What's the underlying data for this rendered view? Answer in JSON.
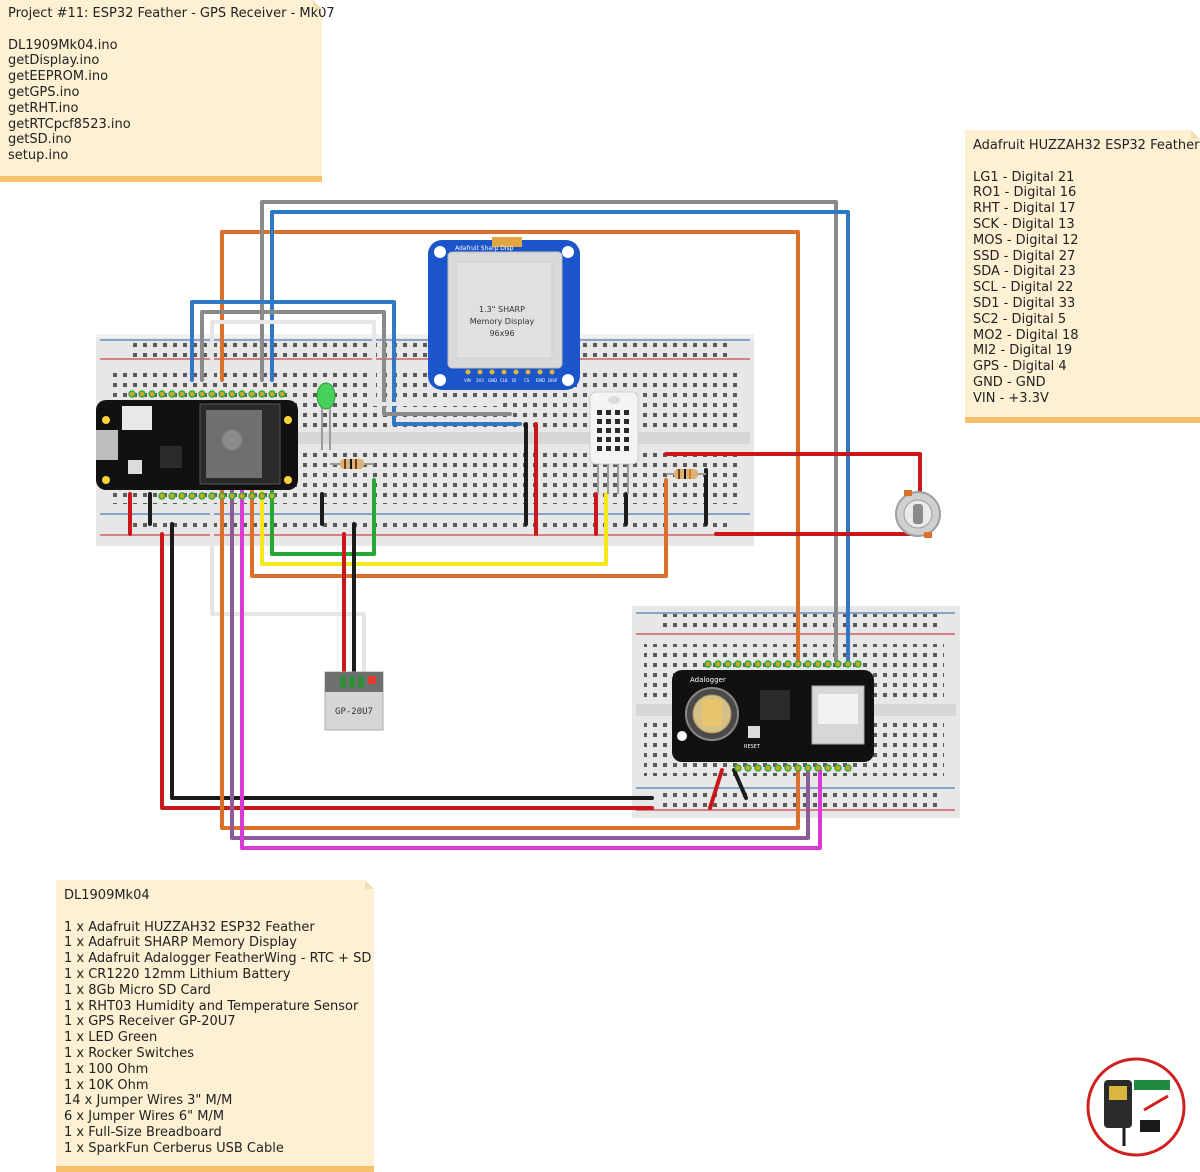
{
  "notes": {
    "project": {
      "title": "Project #11: ESP32 Feather - GPS Receiver - Mk07",
      "files": [
        "DL1909Mk04.ino",
        "getDisplay.ino",
        "getEEPROM.ino",
        "getGPS.ino",
        "getRHT.ino",
        "getRTCpcf8523.ino",
        "getSD.ino",
        "setup.ino"
      ]
    },
    "pins": {
      "title": "Adafruit HUZZAH32 ESP32 Feather",
      "items": [
        "LG1 - Digital 21",
        "RO1 - Digital 16",
        "RHT - Digital 17",
        "SCK - Digital 13",
        "MOS - Digital 12",
        "SSD - Digital 27",
        "SDA - Digital 23",
        "SCL - Digital 22",
        "SD1 - Digital 33",
        "SC2 - Digital 5",
        "MO2 - Digital 18",
        "MI2 - Digital 19",
        "GPS - Digital 4",
        "GND - GND",
        "VIN - +3.3V"
      ]
    },
    "parts": {
      "title": "DL1909Mk04",
      "items": [
        "1 x Adafruit HUZZAH32 ESP32 Feather",
        "1 x Adafruit SHARP Memory Display",
        "1 x Adafruit Adalogger FeatherWing - RTC + SD",
        "1 x CR1220 12mm Lithium Battery",
        "1 x 8Gb Micro SD Card",
        "1 x RHT03 Humidity and Temperature Sensor",
        "1 x GPS Receiver GP-20U7",
        "1 x LED Green",
        "1 x Rocker Switches",
        "1 x 100 Ohm",
        "1 x 10K Ohm",
        "14 x Jumper Wires 3\" M/M",
        "6 x Jumper Wires 6\" M/M",
        "1 x Full-Size Breadboard",
        "1 x SparkFun Cerberus USB Cable"
      ]
    }
  },
  "components": {
    "display_header": "Adafruit Sharp Disp",
    "display_screen": [
      "1.3\" SHARP",
      "Memory Display",
      "96x96"
    ],
    "display_pins": [
      "VIN",
      "3V3",
      "GND",
      "CLK",
      "DI",
      "CS",
      "EMD",
      "DISP"
    ],
    "gps_label": "GP-20U7",
    "adalogger_label": "Adalogger",
    "reset_label": "RESET"
  },
  "colors": {
    "orange": "#d9712b",
    "gray": "#8a8a8a",
    "blue": "#2f78c4",
    "red": "#c8181c",
    "black": "#1b1b1b",
    "green": "#24a933",
    "yellow": "#f4e81b",
    "white": "#e6e6e6",
    "purple": "#8e5b9a",
    "magenta": "#d93ad6",
    "note_bg": "#fdf0d3",
    "note_bar": "#f8c26c"
  }
}
